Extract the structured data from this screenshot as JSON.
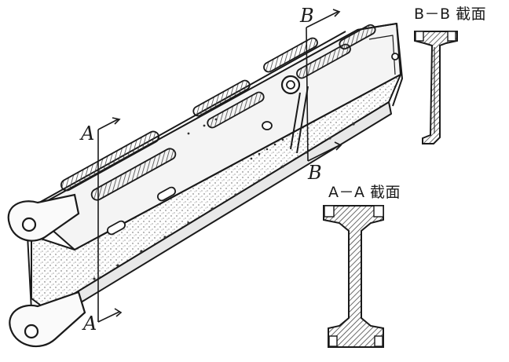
{
  "figure": {
    "cut_labels": {
      "a_top": "A",
      "a_bottom": "A",
      "b_top": "B",
      "b_bottom": "B"
    },
    "sections": {
      "bb_title": "B－B 截面",
      "aa_title": "A－A 截面"
    },
    "colors": {
      "ink": "#1a1a1a",
      "hatch": "#555555",
      "paper": "#ffffff"
    }
  }
}
